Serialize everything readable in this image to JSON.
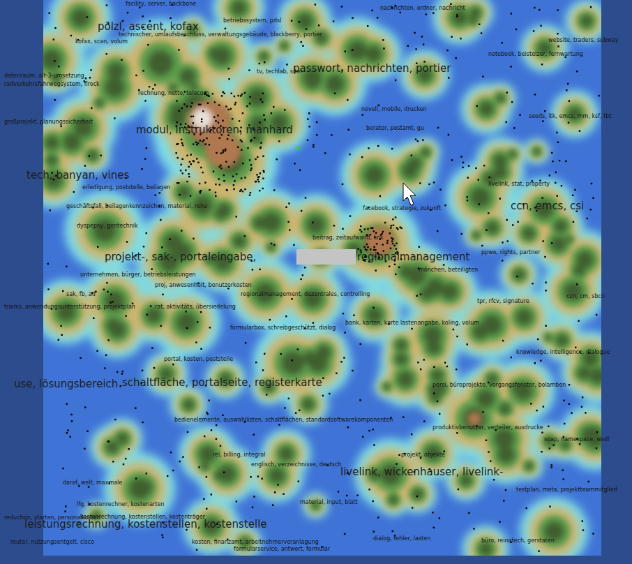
{
  "diagram": {
    "labels": [
      "facility, server, backbone",
      "betriebssystem, pdsl",
      "pölzl, ascent, kofax",
      "nachrichten, ordner, nachricht",
      "kofax, scan, volum",
      "technischer, umlaufsbeschluss, verwaltungsgebäude, blackberry, portier",
      "website, traders, subway",
      "notebook, beistelzer, fernwartung",
      "passwort, nachrichten, portier",
      "tv, techlab, siter",
      "datenraum, alt-3-umsetzung",
      "radverkehrsfahrwegsystem, flrock",
      "rechnung, netto, telecom",
      "novell, mobile, drucken",
      "seeds, itk, emcs, mm, ksf, tbt",
      "großprojekt, planungssicherheit",
      "modul, instruktoren, manhard",
      "berater, postamt, gu",
      "tech, banyan, vines",
      "livelink, stat, property",
      "erledigung, poststelle, beilagen",
      "geschäftsfall, beilagenkennzeichen, material, reha",
      "facebook, strategie, zukunft",
      "ccn, emcs, csi",
      "dyspepsy, gentechnik",
      "beitrag, zeitaufwand, link",
      "ppwe, rights, partner",
      "projekt-, sak-, portaleingabe,",
      "regionalmanagement",
      "mönchen, beteiligten",
      "unternehmen, bürger, betriebsleistungen",
      "proj, anwesenheit, benutzerkosten",
      "regionalmanagement, dezentrales, controlling",
      "sak, fb, ad",
      "ccn, cm, sbcn",
      "trainis, anwendungsunterstützung, projektplan",
      "rat, aktivitäts, übersiedelung",
      "tpr, rfcv, signature",
      "bank, karten, karte lastenangabe, koling, volum",
      "formularbox, schreibgeschützt, dialog",
      "knowledge, intelligence, dialogue",
      "portal, kosten, poststelle",
      "use, lösungsbereich",
      "schaltfläche, portalseite, registerkarte",
      "persi, büroprojekte, vorgangsfenster, bolamben",
      "bedienelemente, auswahllisten, schaltflächen, standardsoftwarekomponenten",
      "produktivbenutzer, verteiler, ausdrucke",
      "soap, namespace, wsdl",
      "rel, billing, integral",
      "projekt, objekte",
      "englisch, verzeichnisse, deutsch",
      "livelink, wickenhauser, livelink-",
      "daraf, welt, maxmale",
      "testplan, meta, projektteammitglied",
      "lfg, kostenrechner, kostenarten",
      "material, input, blatt",
      "reduction, starten, personalkosten",
      "kostenrechnung, kostenstellen, kostenträger",
      "leistungsrechnung, kostenstellen, kostenstelle",
      "dialog, fehler, lasten",
      "büro, reinatech, gerstaten",
      "router, nutzungsentgelt, cisco",
      "kosten, finanzamt, arbeitnehmerveranlagung",
      "formularservice, antwort, formular"
    ]
  }
}
